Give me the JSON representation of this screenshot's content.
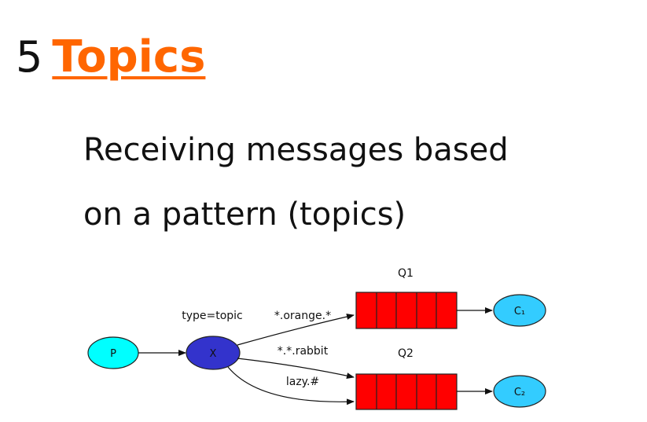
{
  "title": {
    "number": "5",
    "link_text": "Topics"
  },
  "subtitle": {
    "line1": "Receiving messages based",
    "line2": "on a pattern (topics)"
  },
  "diagram": {
    "producer_label": "P",
    "exchange_label": "X",
    "exchange_type": "type=topic",
    "queues": [
      {
        "name": "Q1",
        "consumer": "C₁"
      },
      {
        "name": "Q2",
        "consumer": "C₂"
      }
    ],
    "bindings": [
      {
        "key": "*.orange.*"
      },
      {
        "key": "*.*.rabbit"
      },
      {
        "key": "lazy.#"
      }
    ],
    "colors": {
      "producer": "#00ffff",
      "exchange": "#3333cc",
      "queue": "#ff0000",
      "consumer": "#33ccff",
      "title_link": "#ff6600"
    }
  }
}
